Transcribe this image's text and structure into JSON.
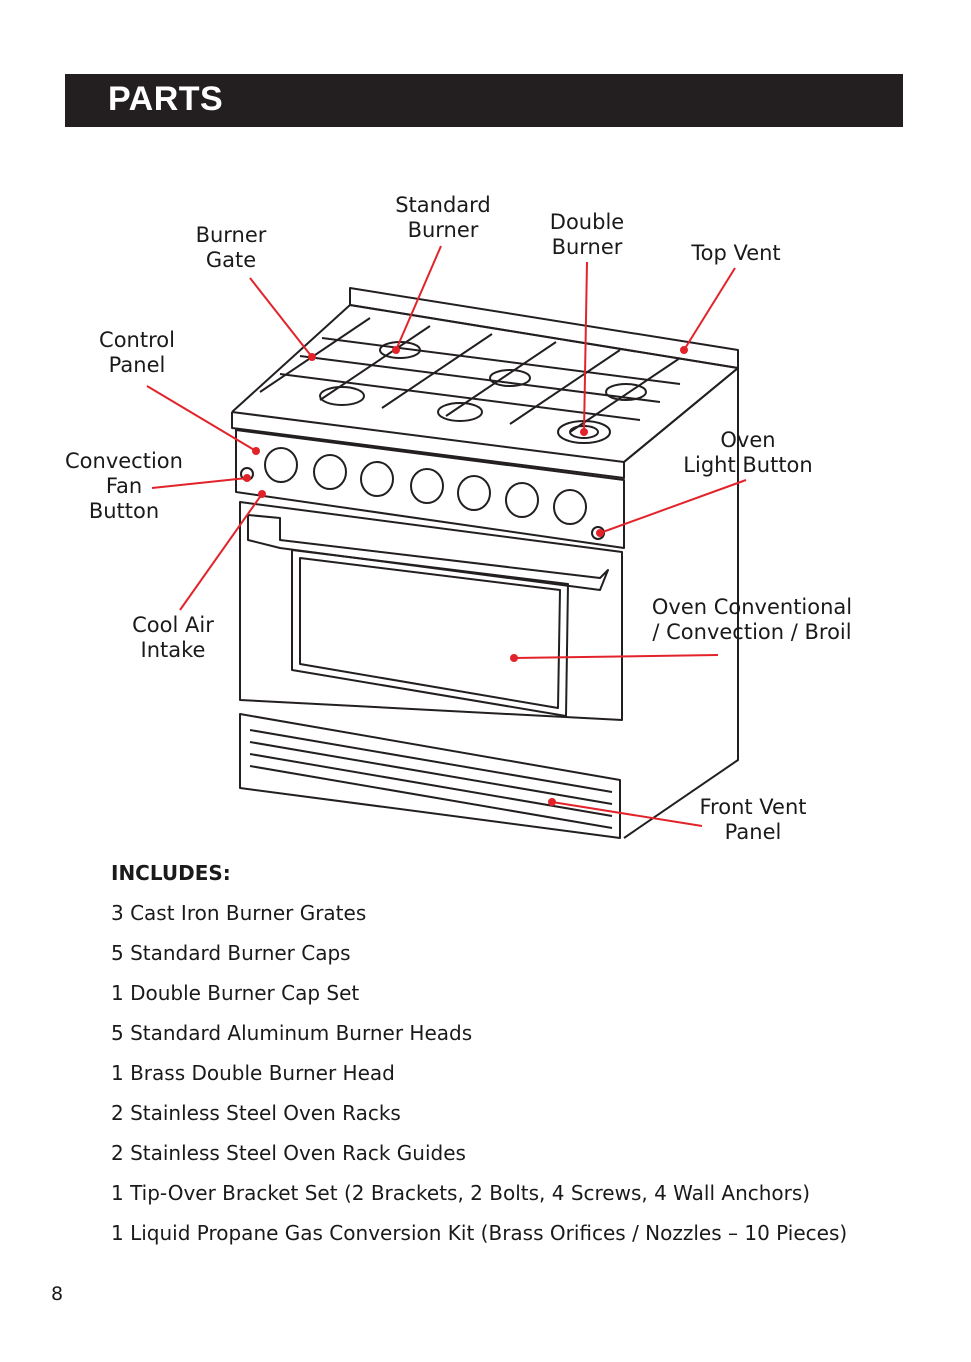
{
  "header": {
    "title": "PARTS"
  },
  "diagram": {
    "labels": {
      "standard_burner": "Standard\nBurner",
      "double_burner": "Double\nBurner",
      "burner_gate": "Burner\nGate",
      "top_vent": "Top Vent",
      "control_panel": "Control\nPanel",
      "convection_fan_button": "Convection\nFan\nButton",
      "oven_light_button": "Oven\nLight Button",
      "cool_air_intake": "Cool Air\nIntake",
      "oven_mode": "Oven Conventional\n/ Convection / Broil",
      "front_vent_panel": "Front Vent\nPanel"
    },
    "colors": {
      "leader_line": "#e2232a",
      "outline": "#231f20",
      "banner": "#231f20"
    }
  },
  "includes": {
    "title": "INCLUDES:",
    "items": [
      "3 Cast Iron Burner Grates",
      "5 Standard Burner Caps",
      "1 Double Burner Cap Set",
      "5 Standard Aluminum Burner Heads",
      "1 Brass Double Burner Head",
      "2 Stainless Steel Oven Racks",
      "2 Stainless Steel Oven Rack Guides",
      "1 Tip-Over Bracket Set (2 Brackets, 2 Bolts, 4 Screws, 4 Wall Anchors)",
      "1 Liquid Propane Gas Conversion Kit (Brass Orifices / Nozzles – 10 Pieces)"
    ]
  },
  "page_number": "8"
}
